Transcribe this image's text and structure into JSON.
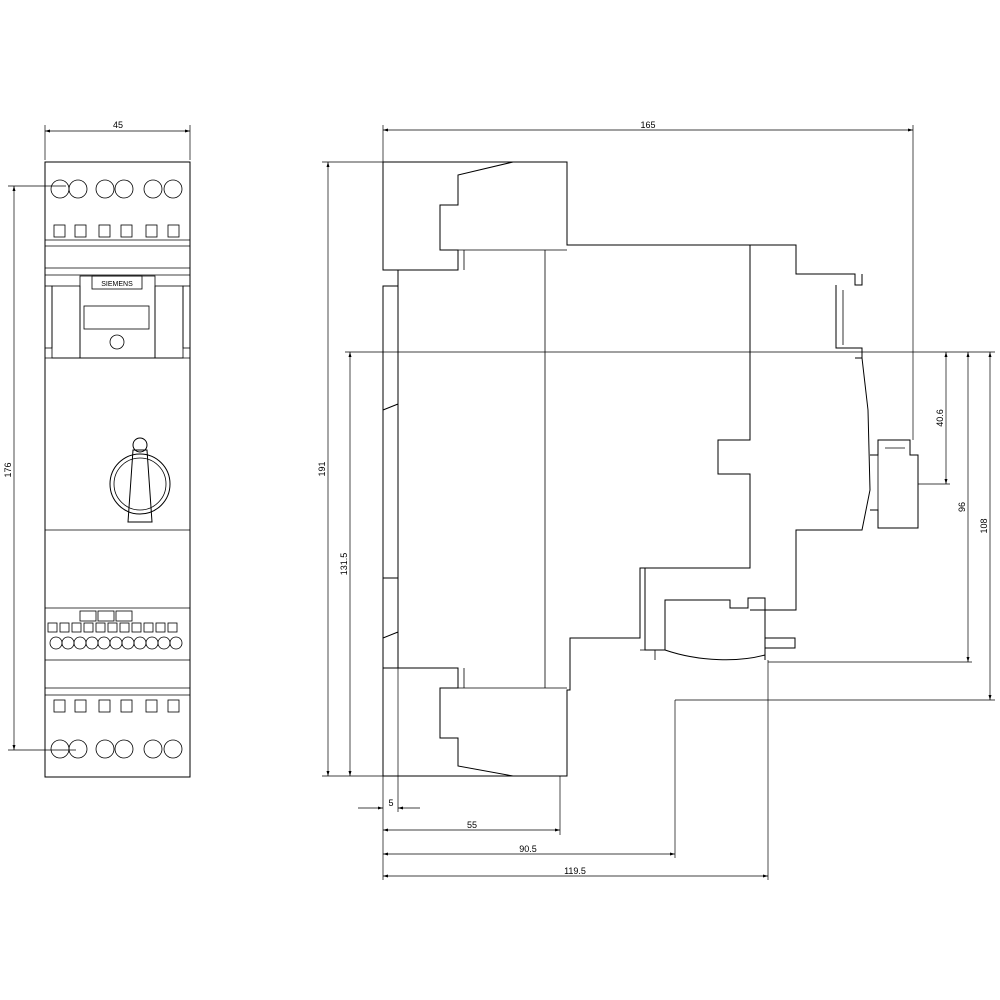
{
  "front_view": {
    "width_label": "45",
    "height_label": "176",
    "brand_label": "SIEMENS"
  },
  "side_view": {
    "depth_label": "165",
    "height_label": "191",
    "rail_height_label": "131.5",
    "offset_5_label": "5",
    "depth_55_label": "55",
    "depth_90_5_label": "90.5",
    "depth_119_5_label": "119.5",
    "dim_40_6_label": "40.6",
    "dim_96_label": "96",
    "dim_108_label": "108"
  },
  "colors": {
    "line": "#000000",
    "background": "#ffffff"
  }
}
